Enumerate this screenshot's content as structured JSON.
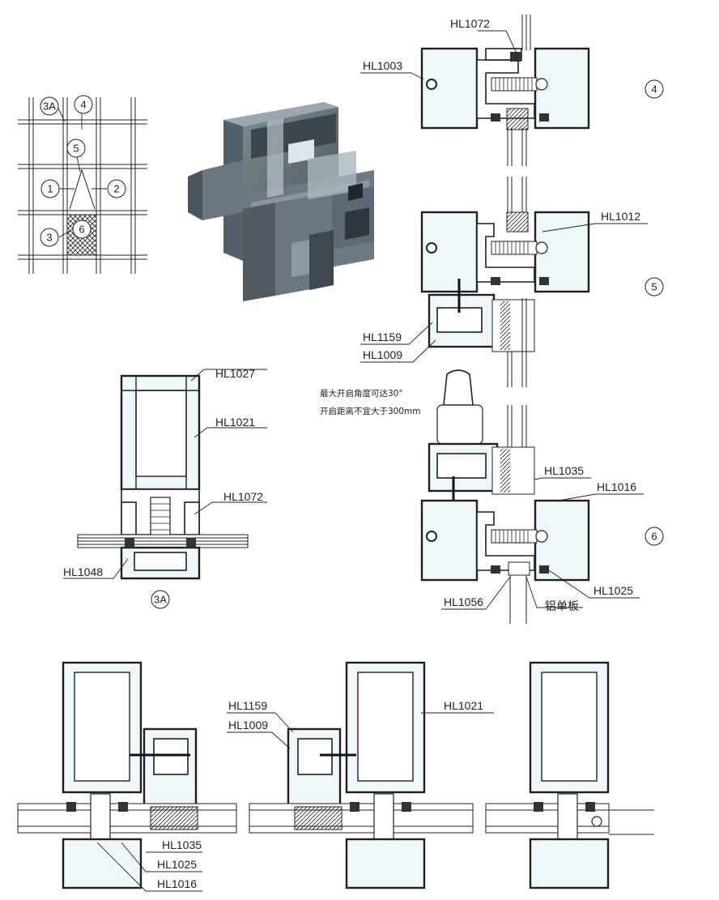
{
  "key_plan": {
    "markers": [
      "3A",
      "4",
      "5",
      "1",
      "2",
      "3",
      "6"
    ]
  },
  "detail_3A": {
    "labels": [
      "HL1027",
      "HL1021",
      "HL1072",
      "HL1048"
    ],
    "marker": "3A"
  },
  "detail_4": {
    "labels": [
      "HL1072",
      "HL1003"
    ],
    "marker": "4"
  },
  "detail_5": {
    "labels": [
      "HL1012",
      "HL1159",
      "HL1009"
    ],
    "marker": "5"
  },
  "notes": {
    "line1": "最大开启角度可达30°",
    "line2": "开启距离不宜大于300mm"
  },
  "detail_6": {
    "labels": [
      "HL1035",
      "HL1016",
      "HL1025",
      "HL1056",
      "铝单板"
    ],
    "marker": "6"
  },
  "bottom_left": {
    "labels": [
      "HL1035",
      "HL1025",
      "HL1016"
    ]
  },
  "bottom_mid": {
    "labels": [
      "HL1159",
      "HL1009",
      "HL1021"
    ]
  }
}
